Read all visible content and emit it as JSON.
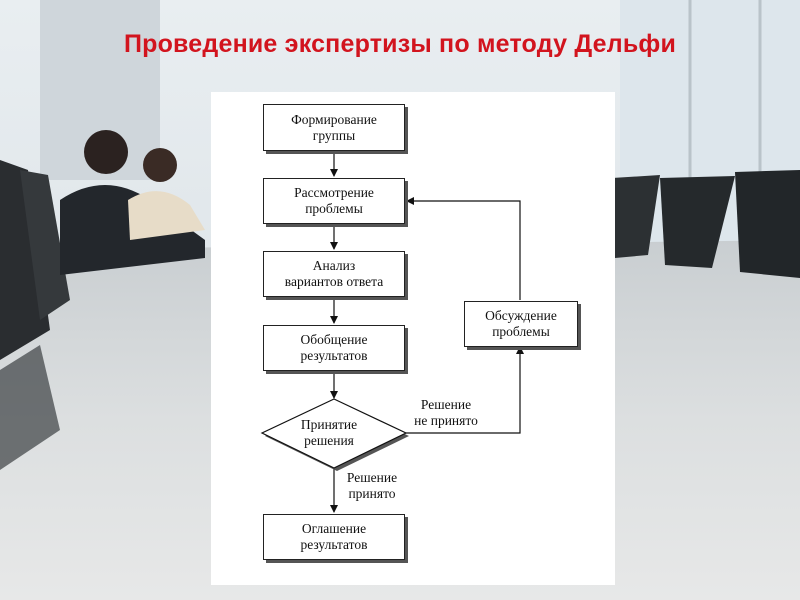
{
  "title": "Проведение экспертизы по методу Дельфи",
  "flowchart": {
    "steps": [
      "Формирование\nгруппы",
      "Рассмотрение\nпроблемы",
      "Анализ\nвариантов ответа",
      "Обобщение\nрезультатов"
    ],
    "decision": "Принятие\nрешения",
    "discussion": "Обсуждение\nпроблемы",
    "final": "Оглашение\nрезультатов",
    "edge_not_accepted": "Решение\nне принято",
    "edge_accepted": "Решение\nпринято"
  }
}
